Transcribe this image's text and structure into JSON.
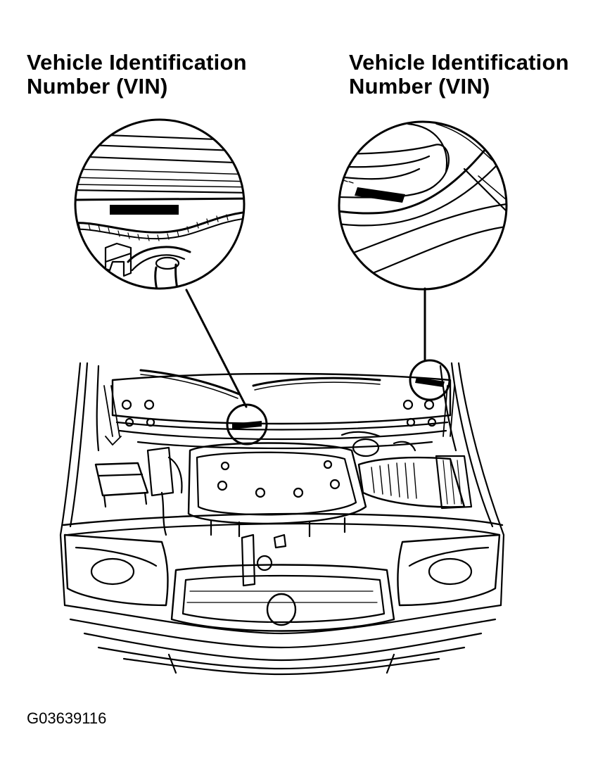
{
  "labels": {
    "left": {
      "line1": "Vehicle Identification",
      "line2": "Number (VIN)"
    },
    "right": {
      "line1": "Vehicle Identification",
      "line2": "Number (VIN)"
    }
  },
  "figure_id": "G03639116",
  "colors": {
    "ink": "#000000",
    "paper": "#ffffff"
  }
}
